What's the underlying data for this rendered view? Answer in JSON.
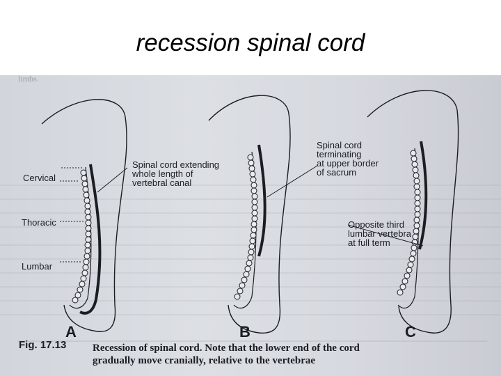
{
  "slide": {
    "title": "recession spinal cord"
  },
  "figure": {
    "top_text": "limbs.",
    "labels": {
      "cervical": "Cervical",
      "thoracic": "Thoracic",
      "lumbar": "Lumbar"
    },
    "annotations": {
      "a_line1": "Spinal cord extending",
      "a_line2": "whole length of",
      "a_line3": "vertebral canal",
      "b_line1": "Spinal cord",
      "b_line2": "terminating",
      "b_line3": "at upper border",
      "b_line4": "of sacrum",
      "c_line1": "Opposite third",
      "c_line2": "lumbar vertebra",
      "c_line3": "at full term"
    },
    "panels": [
      "A",
      "B",
      "C"
    ],
    "caption": {
      "fig_number": "Fig. 17.13",
      "line1": "Recession of spinal cord. Note that the lower end of the cord",
      "line2": "gradually move cranially, relative to the vertebrae"
    }
  },
  "colors": {
    "ink": "#1a1d22",
    "paper": "#d8dbe0"
  }
}
